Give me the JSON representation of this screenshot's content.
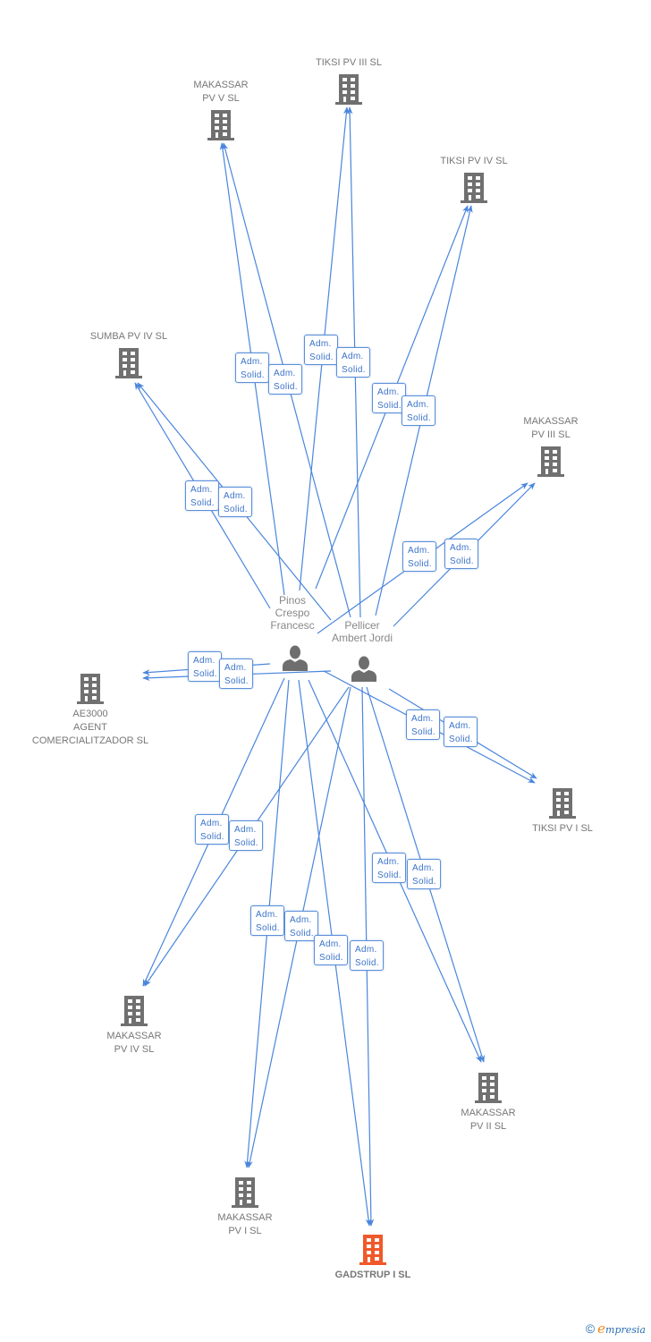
{
  "diagram": {
    "colors": {
      "edge": "#4a86dc",
      "company_icon": "#707070",
      "focus_icon": "#f0592a",
      "person_icon": "#6e6e6e",
      "label_text": "#777777",
      "badge_border": "#5b8fd9",
      "badge_text": "#3a72c9"
    },
    "persons": [
      {
        "id": "p1",
        "name": "Pinos\nCrespo\nFrancesc"
      },
      {
        "id": "p2",
        "name": "Pellicer\nAmbert Jordi"
      }
    ],
    "companies": [
      {
        "id": "c_tiksi3",
        "name": "TIKSI PV III SL",
        "focus": false
      },
      {
        "id": "c_mak5",
        "name": "MAKASSAR\nPV V SL",
        "focus": false
      },
      {
        "id": "c_tiksi4",
        "name": "TIKSI PV IV SL",
        "focus": false
      },
      {
        "id": "c_sumba4",
        "name": "SUMBA PV IV SL",
        "focus": false
      },
      {
        "id": "c_mak3",
        "name": "MAKASSAR\nPV III SL",
        "focus": false
      },
      {
        "id": "c_ae3000",
        "name": "AE3000\nAGENT\nCOMERCIALITZADOR SL",
        "focus": false
      },
      {
        "id": "c_tiksi1",
        "name": "TIKSI PV I SL",
        "focus": false
      },
      {
        "id": "c_mak4",
        "name": "MAKASSAR\nPV IV SL",
        "focus": false
      },
      {
        "id": "c_mak2",
        "name": "MAKASSAR\nPV II SL",
        "focus": false
      },
      {
        "id": "c_mak1",
        "name": "MAKASSAR\nPV I SL",
        "focus": false
      },
      {
        "id": "c_gad1",
        "name": "GADSTRUP I SL",
        "focus": true
      }
    ],
    "edges": [
      {
        "from": "p1",
        "to": "c_mak5",
        "label": "Adm.\nSolid."
      },
      {
        "from": "p2",
        "to": "c_mak5",
        "label": "Adm.\nSolid."
      },
      {
        "from": "p1",
        "to": "c_tiksi3",
        "label": "Adm.\nSolid."
      },
      {
        "from": "p2",
        "to": "c_tiksi3",
        "label": "Adm.\nSolid."
      },
      {
        "from": "p1",
        "to": "c_tiksi4",
        "label": "Adm.\nSolid."
      },
      {
        "from": "p2",
        "to": "c_tiksi4",
        "label": "Adm.\nSolid."
      },
      {
        "from": "p1",
        "to": "c_sumba4",
        "label": "Adm.\nSolid."
      },
      {
        "from": "p2",
        "to": "c_sumba4",
        "label": "Adm.\nSolid."
      },
      {
        "from": "p1",
        "to": "c_mak3",
        "label": "Adm.\nSolid."
      },
      {
        "from": "p2",
        "to": "c_mak3",
        "label": "Adm.\nSolid."
      },
      {
        "from": "p1",
        "to": "c_ae3000",
        "label": "Adm.\nSolid."
      },
      {
        "from": "p2",
        "to": "c_ae3000",
        "label": "Adm.\nSolid."
      },
      {
        "from": "p1",
        "to": "c_tiksi1",
        "label": "Adm.\nSolid."
      },
      {
        "from": "p2",
        "to": "c_tiksi1",
        "label": "Adm.\nSolid."
      },
      {
        "from": "p1",
        "to": "c_mak4",
        "label": "Adm.\nSolid."
      },
      {
        "from": "p2",
        "to": "c_mak4",
        "label": "Adm.\nSolid."
      },
      {
        "from": "p1",
        "to": "c_mak2",
        "label": "Adm.\nSolid."
      },
      {
        "from": "p2",
        "to": "c_mak2",
        "label": "Adm.\nSolid."
      },
      {
        "from": "p1",
        "to": "c_mak1",
        "label": "Adm.\nSolid."
      },
      {
        "from": "p2",
        "to": "c_mak1",
        "label": "Adm.\nSolid."
      },
      {
        "from": "p1",
        "to": "c_gad1",
        "label": "Adm.\nSolid."
      },
      {
        "from": "p2",
        "to": "c_gad1",
        "label": "Adm.\nSolid."
      }
    ]
  },
  "footer": {
    "copyright_symbol": "©",
    "brand_initial": "e",
    "brand_rest": "mpresia"
  }
}
